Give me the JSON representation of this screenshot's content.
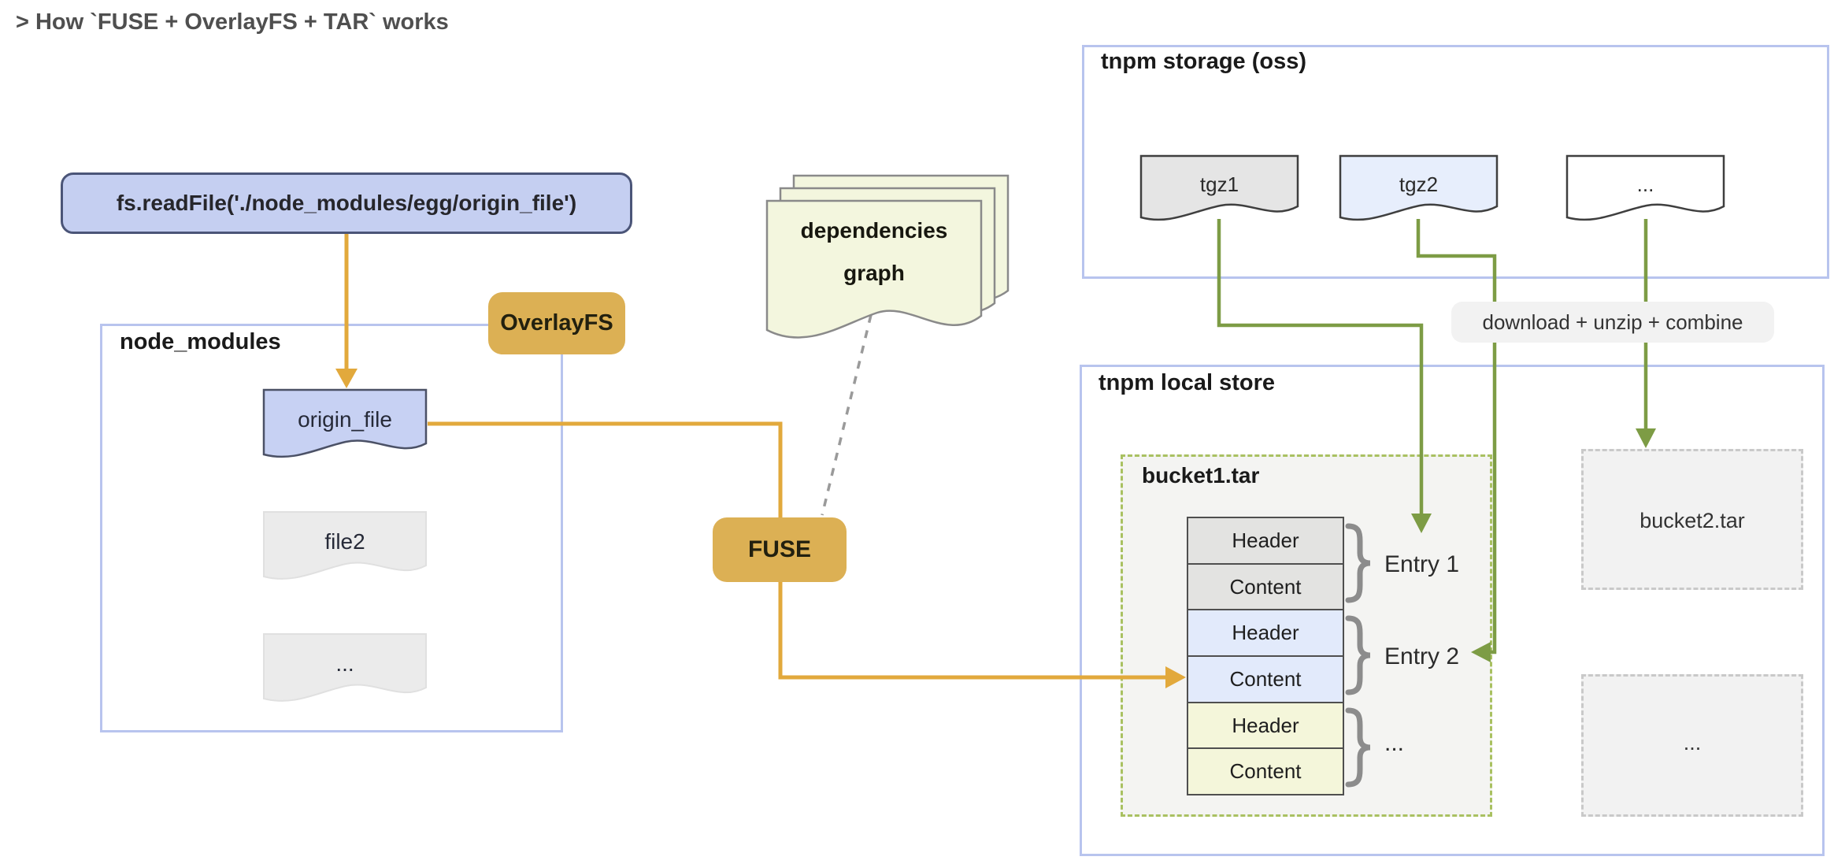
{
  "title": "> How `FUSE + OverlayFS + TAR` works",
  "code_box": {
    "label": "fs.readFile('./node_modules/egg/origin_file')"
  },
  "overlayfs_badge": "OverlayFS",
  "fuse_badge": "FUSE",
  "dependencies_graph": {
    "line1": "dependencies",
    "line2": "graph"
  },
  "node_modules": {
    "title": "node_modules",
    "files": {
      "origin": "origin_file",
      "file2": "file2",
      "more": "..."
    }
  },
  "storage": {
    "title": "tnpm storage (oss)",
    "packages": {
      "tgz1": "tgz1",
      "tgz2": "tgz2",
      "more": "..."
    }
  },
  "download_pill": "download + unzip + combine",
  "local_store": {
    "title": "tnpm local store",
    "bucket1": {
      "title": "bucket1.tar",
      "rows": [
        "Header",
        "Content",
        "Header",
        "Content",
        "Header",
        "Content"
      ],
      "entries": [
        "Entry 1",
        "Entry 2",
        "..."
      ]
    },
    "bucket2": {
      "title": "bucket2.tar"
    },
    "more": {
      "title": "..."
    }
  },
  "colors": {
    "accent_orange": "#e2a93c",
    "accent_green": "#7d9c45",
    "badge_yellow": "#dcb054",
    "frame_blue": "#b8c4ee",
    "bucket_border_green": "#a9c161"
  }
}
